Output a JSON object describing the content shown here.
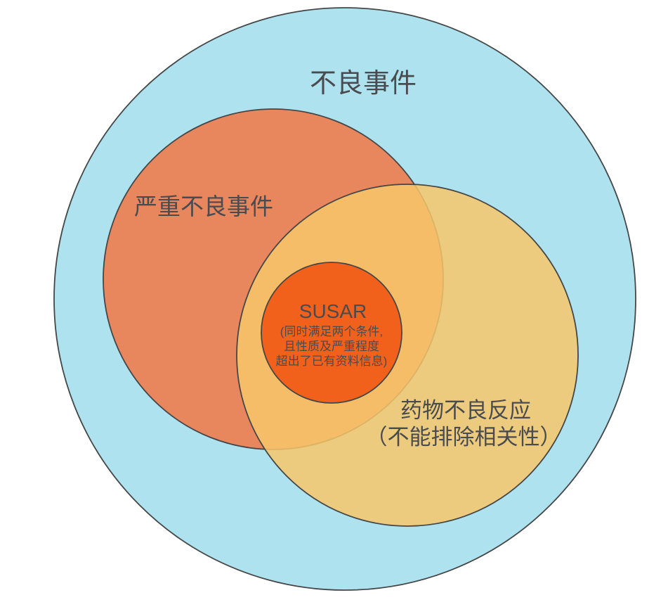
{
  "diagram": {
    "background": "#FFFFFF",
    "stroke_color": "#454647",
    "text_color": "#4A4B4E",
    "sets": {
      "adverse_event": {
        "label": "不良事件",
        "fill": "#ADE2EE"
      },
      "serious_adverse_event": {
        "label": "严重不良事件",
        "fill": "#E8875E"
      },
      "adverse_drug_reaction": {
        "label": "药物不良反应",
        "sublabel": "（不能排除相关性）",
        "fill": "#F7C76A",
        "fill_opacity": "0.85"
      },
      "susar": {
        "label": "SUSAR",
        "note_line1": "(同时满足两个条件,",
        "note_line2": "且性质及严重程度",
        "note_line3": "超出了已有资料信息)",
        "fill": "#F2611C"
      }
    }
  }
}
